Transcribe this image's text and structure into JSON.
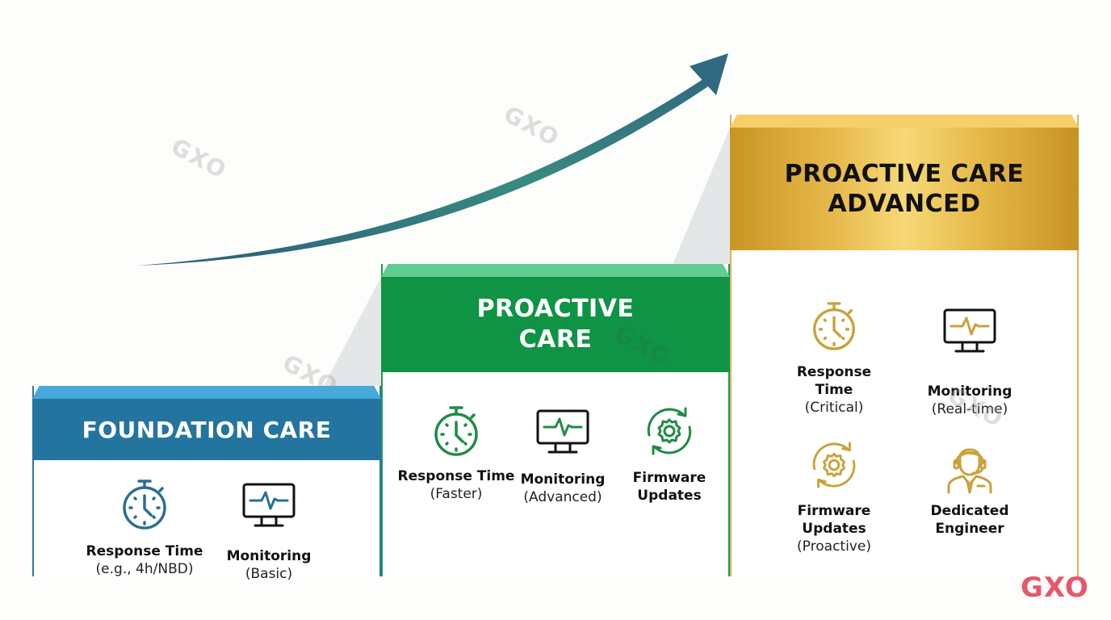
{
  "diagram": {
    "type": "tiered-staircase",
    "growth_arrow": {
      "direction": "up-right",
      "color": "#2e6f7e"
    },
    "tiers": [
      {
        "id": "foundation",
        "title_lines": [
          "FOUNDATION CARE"
        ],
        "color": "#2474a0",
        "features": [
          {
            "icon": "stopwatch-icon",
            "label": "Response Time",
            "sub": "(e.g., 4h/NBD)"
          },
          {
            "icon": "monitor-pulse-icon",
            "label": "Monitoring",
            "sub": "(Basic)"
          }
        ]
      },
      {
        "id": "proactive",
        "title_lines": [
          "PROACTIVE",
          "CARE"
        ],
        "color": "#0f9345",
        "features": [
          {
            "icon": "stopwatch-icon",
            "label": "Response Time",
            "sub": "(Faster)"
          },
          {
            "icon": "monitor-pulse-icon",
            "label": "Monitoring",
            "sub": "(Advanced)"
          },
          {
            "icon": "gear-refresh-icon",
            "label": "Firmware",
            "label2": "Updates"
          }
        ]
      },
      {
        "id": "advanced",
        "title_lines": [
          "PROACTIVE CARE",
          "ADVANCED"
        ],
        "color": "#d9a93a",
        "features": [
          {
            "icon": "stopwatch-icon",
            "label": "Response",
            "label2": "Time",
            "sub": "(Critical)"
          },
          {
            "icon": "monitor-pulse-icon",
            "label": "Monitoring",
            "sub": "(Real-time)"
          },
          {
            "icon": "gear-refresh-icon",
            "label": "Firmware",
            "label2": "Updates",
            "sub": "(Proactive)"
          },
          {
            "icon": "support-engineer-icon",
            "label": "Dedicated",
            "label2": "Engineer"
          }
        ]
      }
    ]
  },
  "watermark_text": "GXO",
  "brand": {
    "text": "GXO",
    "color": "#e8566a"
  }
}
